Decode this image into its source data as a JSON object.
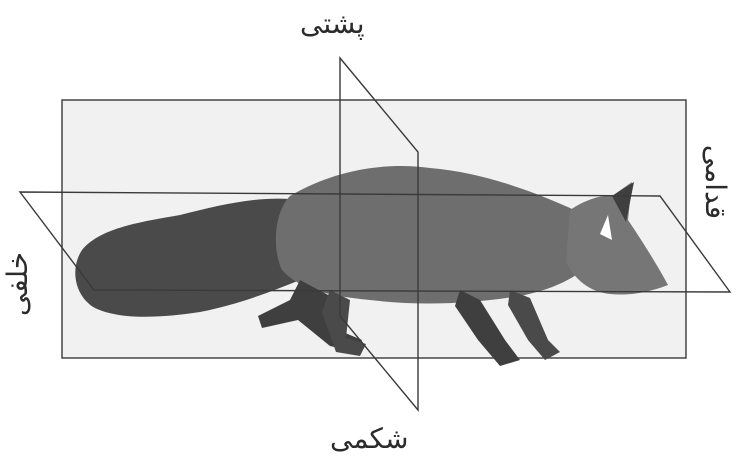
{
  "labels": {
    "dorsal": "پشتی",
    "ventral": "شکمی",
    "posterior": "خلفی",
    "anterior": "قدامی"
  },
  "colors": {
    "line": "#3a3a3a",
    "plane_fill": "#efefef",
    "fox_body": "#6e6e6e",
    "fox_dark": "#3f3f3f"
  }
}
